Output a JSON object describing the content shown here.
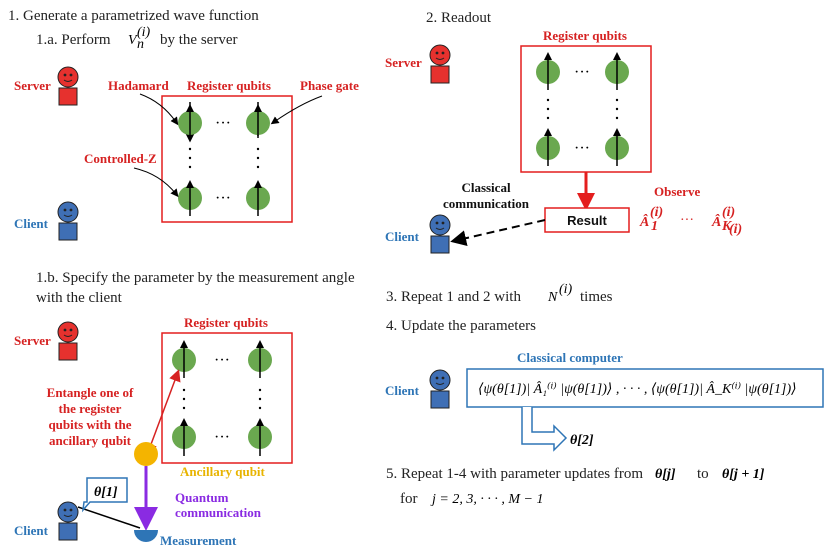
{
  "step1": {
    "title": "1.  Generate a parametrized wave function",
    "sub_a": "1.a. Perform",
    "sub_a_op": "V",
    "sub_a_op_sub": "n",
    "sub_a_op_sup": "(i)",
    "sub_a_tail": "by the server",
    "sub_b_line1": "1.b. Specify the parameter by the measurement angle",
    "sub_b_line2": "with the client"
  },
  "step2": {
    "title": "2. Readout"
  },
  "step3": {
    "prefix": "3. Repeat 1 and 2 with",
    "op": "N",
    "op_sup": "(i)",
    "suffix": "times"
  },
  "step4": {
    "title": "4. Update the parameters"
  },
  "step5": {
    "line1_prefix": "5. Repeat 1-4 with parameter updates from",
    "from": "θ[j]",
    "to_word": "to",
    "to": "θ[j + 1]",
    "line2_prefix": "for",
    "range": "j = 2, 3, · · · , M − 1"
  },
  "labels": {
    "server": "Server",
    "client": "Client",
    "register_qubits": "Register qubits",
    "hadamard": "Hadamard",
    "phase_gate": "Phase gate",
    "controlled_z": "Controlled-Z",
    "entangle_1": "Entangle one of",
    "entangle_2": "the register",
    "entangle_3": "qubits with the",
    "entangle_4": "ancillary qubit",
    "ancillary_qubit": "Ancillary qubit",
    "quantum_1": "Quantum",
    "quantum_2": "communication",
    "measurement": "Measurement",
    "classical_comm_1": "Classical",
    "classical_comm_2": "communication",
    "observe": "Observe",
    "result": "Result",
    "classical_computer": "Classical computer",
    "theta1": "θ[1]",
    "theta2": "θ[2]",
    "ellipsis": "···",
    "observe_A1": "Â",
    "observe_A1_sub": "1",
    "observe_A1_sup": "(i)",
    "observe_AK_sub": "K",
    "observe_AK_subsup": "(i)",
    "expectation_formula": "⟨ψ(θ[1])| Â₁⁽ⁱ⁾ |ψ(θ[1])⟩ , · · · , ⟨ψ(θ[1])| Â_K⁽ⁱ⁾ |ψ(θ[1])⟩"
  },
  "colors": {
    "red": "#d62222",
    "blue": "#2e75b6",
    "green": "#6aa84f",
    "gold": "#f4b400",
    "purple": "#8a2be2",
    "face_red": "#e6312e",
    "face_blue": "#3f6fb5"
  }
}
